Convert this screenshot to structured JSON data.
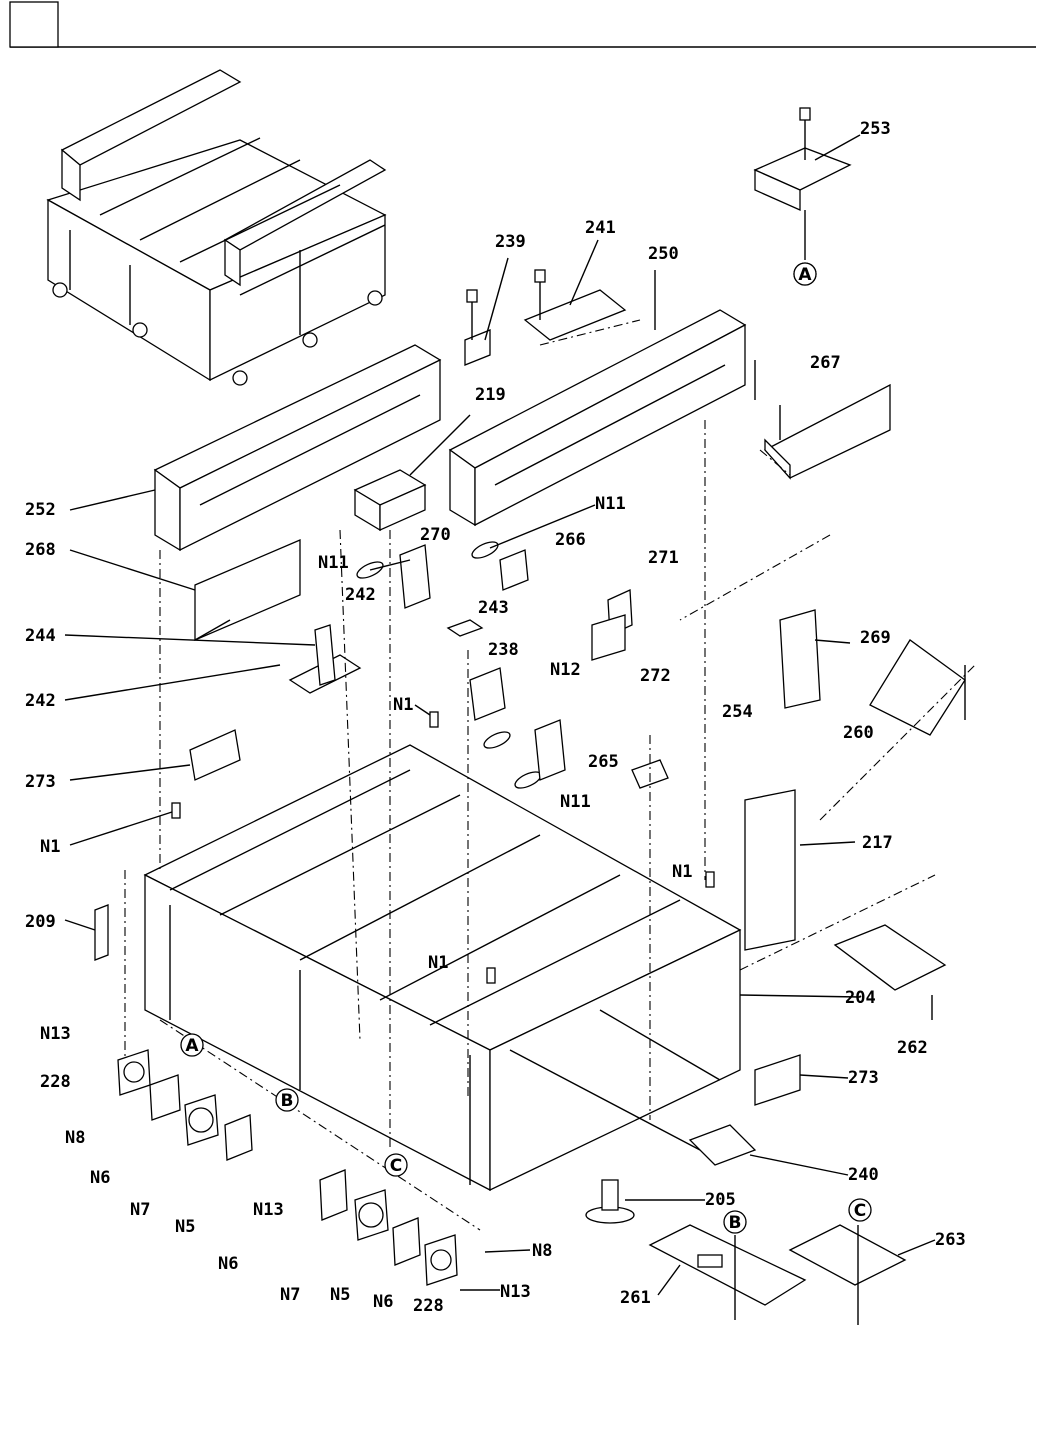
{
  "header": {
    "box_label": ""
  },
  "labels": {
    "p253": "253",
    "p239": "239",
    "p241": "241",
    "p250": "250",
    "p267": "267",
    "p219": "219",
    "p252": "252",
    "pN11a": "N11",
    "p268": "268",
    "pN11b": "N11",
    "p270": "270",
    "p266": "266",
    "p271": "271",
    "p242a": "242",
    "p243": "243",
    "p244": "244",
    "p238": "238",
    "p272": "272",
    "p269": "269",
    "p242b": "242",
    "pN12": "N12",
    "p254": "254",
    "pN1a": "N1",
    "p260": "260",
    "p273a": "273",
    "p265": "265",
    "pN11c": "N11",
    "pN1b": "N1",
    "p217": "217",
    "pN1c": "N1",
    "p209": "209",
    "pN1d": "N1",
    "p204": "204",
    "p262": "262",
    "pN13a": "N13",
    "p228a": "228",
    "p273b": "273",
    "pN8a": "N8",
    "pN6a": "N6",
    "pN7a": "N7",
    "pN5a": "N5",
    "pN13b": "N13",
    "p240": "240",
    "pN6b": "N6",
    "p205": "205",
    "pN8b": "N8",
    "p263": "263",
    "pN7b": "N7",
    "pN5b": "N5",
    "pN6c": "N6",
    "p228b": "228",
    "pN13c": "N13",
    "p261": "261"
  },
  "callouts": {
    "A1": "A",
    "A2": "A",
    "B1": "B",
    "B2": "B",
    "C1": "C",
    "C2": "C"
  }
}
